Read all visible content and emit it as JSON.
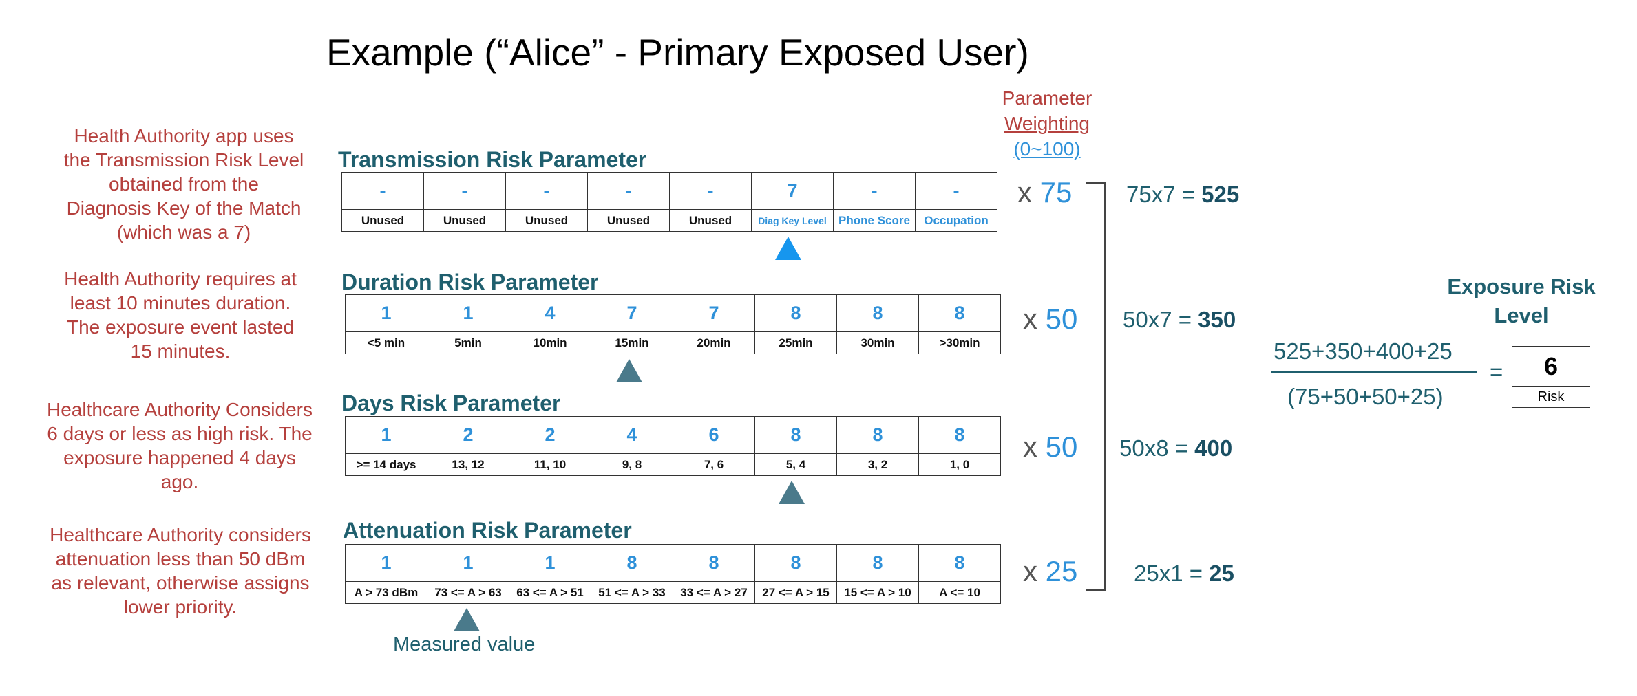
{
  "title": "Example (“Alice” - Primary Exposed User)",
  "notes": [
    "Health Authority app uses\nthe Transmission Risk Level\nobtained from the\nDiagnosis Key of the Match\n(which was a 7)",
    "Health Authority requires at\nleast 10 minutes duration.\nThe exposure event lasted\n15 minutes.",
    "Healthcare Authority Considers\n6 days or less as high risk.  The\nexposure happened 4 days\nago.",
    "Healthcare Authority considers\nattenuation less than 50 dBm\nas relevant, otherwise assigns\nlower priority."
  ],
  "parameters": [
    {
      "title": "Transmission Risk Parameter",
      "values": [
        "-",
        "-",
        "-",
        "-",
        "-",
        "7",
        "-",
        "-"
      ],
      "labels": [
        "Unused",
        "Unused",
        "Unused",
        "Unused",
        "Unused",
        "Diag Key Level",
        "Phone Score",
        "Occupation"
      ],
      "selected_index": 5,
      "weight_x": "x",
      "weight": "75",
      "calc": "75x7 = ",
      "result": "525"
    },
    {
      "title": "Duration Risk Parameter",
      "values": [
        "1",
        "1",
        "4",
        "7",
        "7",
        "8",
        "8",
        "8"
      ],
      "labels": [
        "<5 min",
        "5min",
        "10min",
        "15min",
        "20min",
        "25min",
        "30min",
        ">30min"
      ],
      "selected_index": 3,
      "weight_x": "x",
      "weight": "50",
      "calc": "50x7 = ",
      "result": "350"
    },
    {
      "title": "Days Risk Parameter",
      "values": [
        "1",
        "2",
        "2",
        "4",
        "6",
        "8",
        "8",
        "8"
      ],
      "labels": [
        ">= 14 days",
        "13, 12",
        "11, 10",
        "9, 8",
        "7, 6",
        "5, 4",
        "3, 2",
        "1, 0"
      ],
      "selected_index": 5,
      "weight_x": "x",
      "weight": "50",
      "calc": "50x8 = ",
      "result": "400"
    },
    {
      "title": "Attenuation Risk Parameter",
      "values": [
        "1",
        "1",
        "1",
        "8",
        "8",
        "8",
        "8",
        "8"
      ],
      "labels": [
        "A > 73 dBm",
        "73 <= A > 63",
        "63 <= A > 51",
        "51 <= A > 33",
        "33 <= A > 27",
        "27 <= A > 15",
        "15 <= A > 10",
        "A <= 10"
      ],
      "selected_index": 1,
      "weight_x": "x",
      "weight": "25",
      "calc": "25x1 = ",
      "result": "25"
    }
  ],
  "parameter_weighting": {
    "line1": "Parameter",
    "line2": "Weighting",
    "line3": "(0~100)"
  },
  "exposure_risk": {
    "title": "Exposure Risk Level",
    "numerator": "525+350+400+25",
    "denominator": "(75+50+50+25)",
    "equals": "=",
    "value": "6",
    "label": "Risk"
  },
  "measured_value_label": "Measured value",
  "colors": {
    "note_red": "#b5403d",
    "teal": "#1f5f6e",
    "blue": "#2f91d9",
    "marker_blue": "#1696ee",
    "marker_teal": "#4a7a8b"
  }
}
